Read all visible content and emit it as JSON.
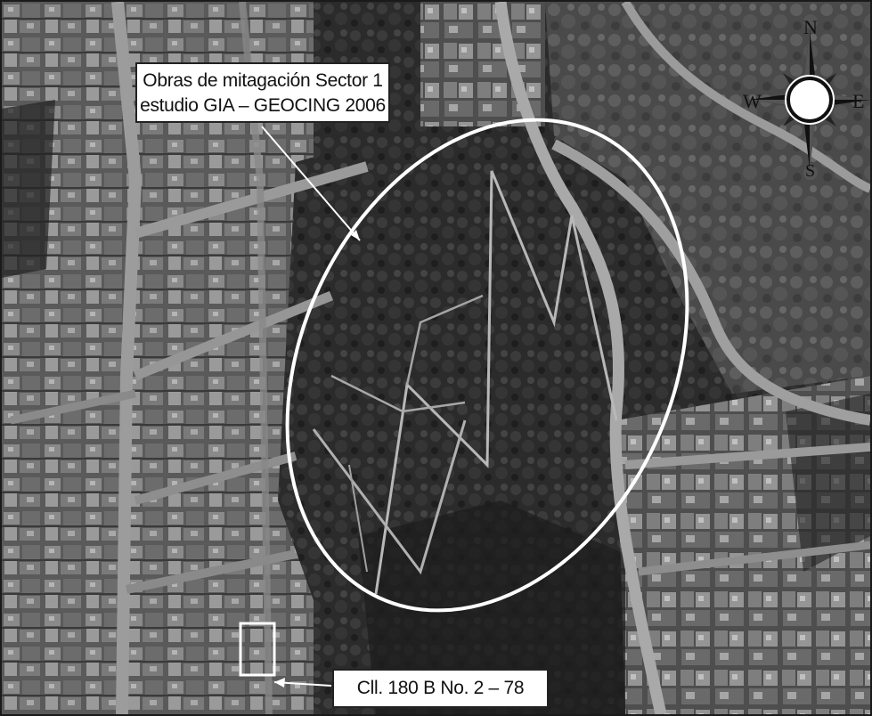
{
  "map": {
    "callout_sector": {
      "line1": "Obras de mitagación Sector 1",
      "line2": "estudio GIA – GEOCING 2006"
    },
    "callout_address": "Cll. 180 B No. 2 – 78",
    "compass": {
      "n": "N",
      "s": "S",
      "e": "E",
      "w": "W"
    },
    "colors": {
      "highlight_outline": "#ffffff",
      "vegetation_dark": "#262626",
      "urban_gray": "#7a7a7a"
    },
    "imagery": "aerial-photo-grayscale"
  }
}
